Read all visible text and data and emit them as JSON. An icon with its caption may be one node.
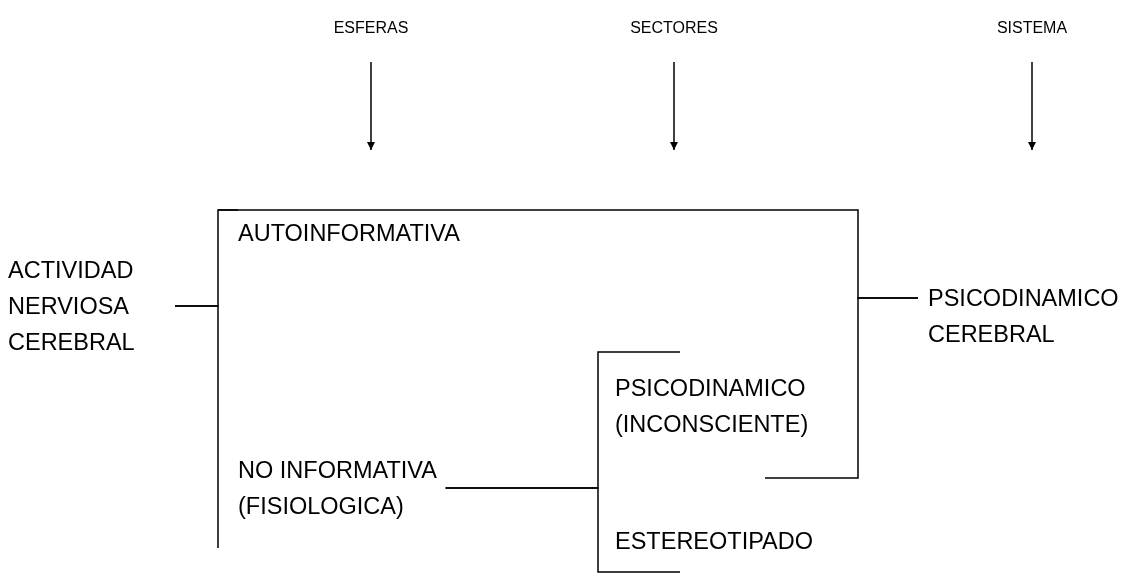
{
  "diagram": {
    "nodes": [
      {
        "text": [
          "ESFERAS"
        ]
      },
      {
        "text": [
          "SECTORES"
        ]
      },
      {
        "text": [
          "SISTEMA"
        ]
      },
      {
        "text": [
          "ACTIVIDAD NERVIOSA CEREBRAL"
        ]
      },
      {
        "text": [
          "AUTOINFORMATIVA"
        ]
      },
      {
        "text": [
          "NO INFORMATIVA (FISIOLOGICA)"
        ]
      },
      {
        "text": [
          "PSICODINAMICO (INCONSCIENTE)"
        ]
      },
      {
        "text": [
          "ESTEREOTIPADO"
        ]
      },
      {
        "text": [
          "PSICODINAMICO CEREBRAL"
        ]
      }
    ],
    "edges": [
      {
        "from": 3,
        "to": 4,
        "arrow": "none"
      },
      {
        "from": 3,
        "to": 5,
        "arrow": "none"
      },
      {
        "from": 5,
        "to": 6,
        "arrow": "none"
      },
      {
        "from": 5,
        "to": 7,
        "arrow": "none"
      },
      {
        "from": 4,
        "to": 8,
        "arrow": "none"
      },
      {
        "from": 6,
        "to": 8,
        "arrow": "none"
      },
      {
        "from": 0,
        "to": null,
        "arrow": "to"
      },
      {
        "from": 1,
        "to": null,
        "arrow": "to"
      },
      {
        "from": 2,
        "to": null,
        "arrow": "to"
      }
    ]
  }
}
